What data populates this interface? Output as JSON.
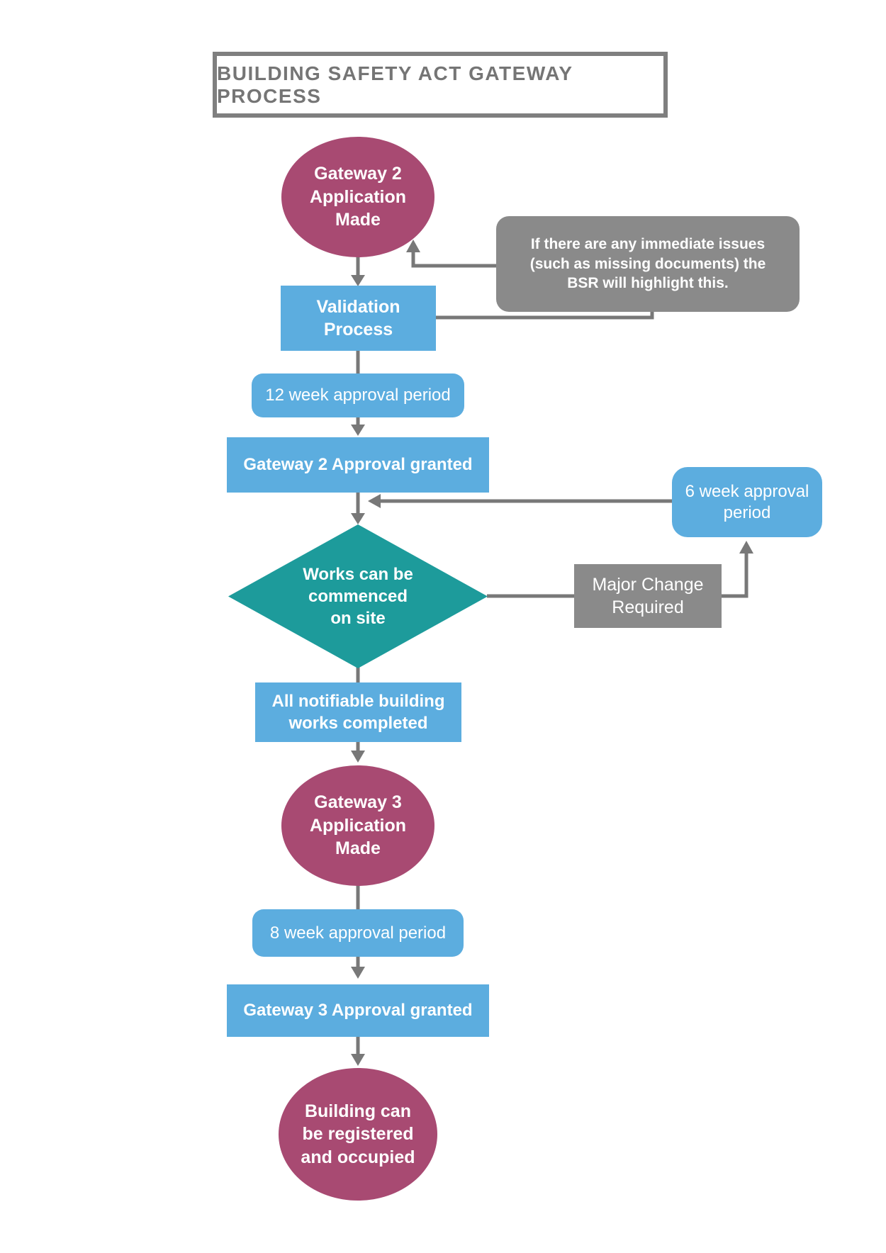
{
  "title": "BUILDING SAFETY ACT GATEWAY PROCESS",
  "colors": {
    "magenta_ellipse": "#a84a72",
    "blue_box": "#5caddf",
    "teal_diamond": "#1d9b9b",
    "gray_box": "#8a8a8a",
    "connector": "#787878",
    "title_text": "#757575",
    "title_border": "#7f7f7f",
    "node_text": "#ffffff"
  },
  "nodes": {
    "gateway2_application": {
      "text": "Gateway 2\nApplication\nMade"
    },
    "bsr_note": {
      "text": "If there are any immediate issues\n(such as missing documents) the\nBSR will highlight this."
    },
    "validation_process": {
      "text": "Validation\nProcess"
    },
    "twelve_week_period": {
      "text": "12 week approval period"
    },
    "gateway2_approval": {
      "text": "Gateway 2 Approval granted"
    },
    "six_week_period": {
      "text": "6 week approval period"
    },
    "works_commence_decision": {
      "text": "Works can be\ncommenced\non site"
    },
    "major_change": {
      "text": "Major Change\nRequired"
    },
    "works_completed": {
      "text": "All notifiable building\nworks completed"
    },
    "gateway3_application": {
      "text": "Gateway 3\nApplication\nMade"
    },
    "eight_week_period": {
      "text": "8 week approval period"
    },
    "gateway3_approval": {
      "text": "Gateway 3 Approval granted"
    },
    "building_registered": {
      "text": "Building can\nbe registered\nand occupied"
    }
  }
}
